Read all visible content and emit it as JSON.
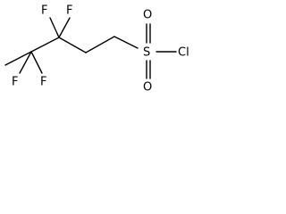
{
  "molecule": {
    "atoms": {
      "f_upper_left": "F",
      "f_upper_right": "F",
      "f_lower_left": "F",
      "f_lower_right": "F",
      "s": "S",
      "o_top": "O",
      "o_bottom": "O",
      "cl": "Cl"
    }
  }
}
